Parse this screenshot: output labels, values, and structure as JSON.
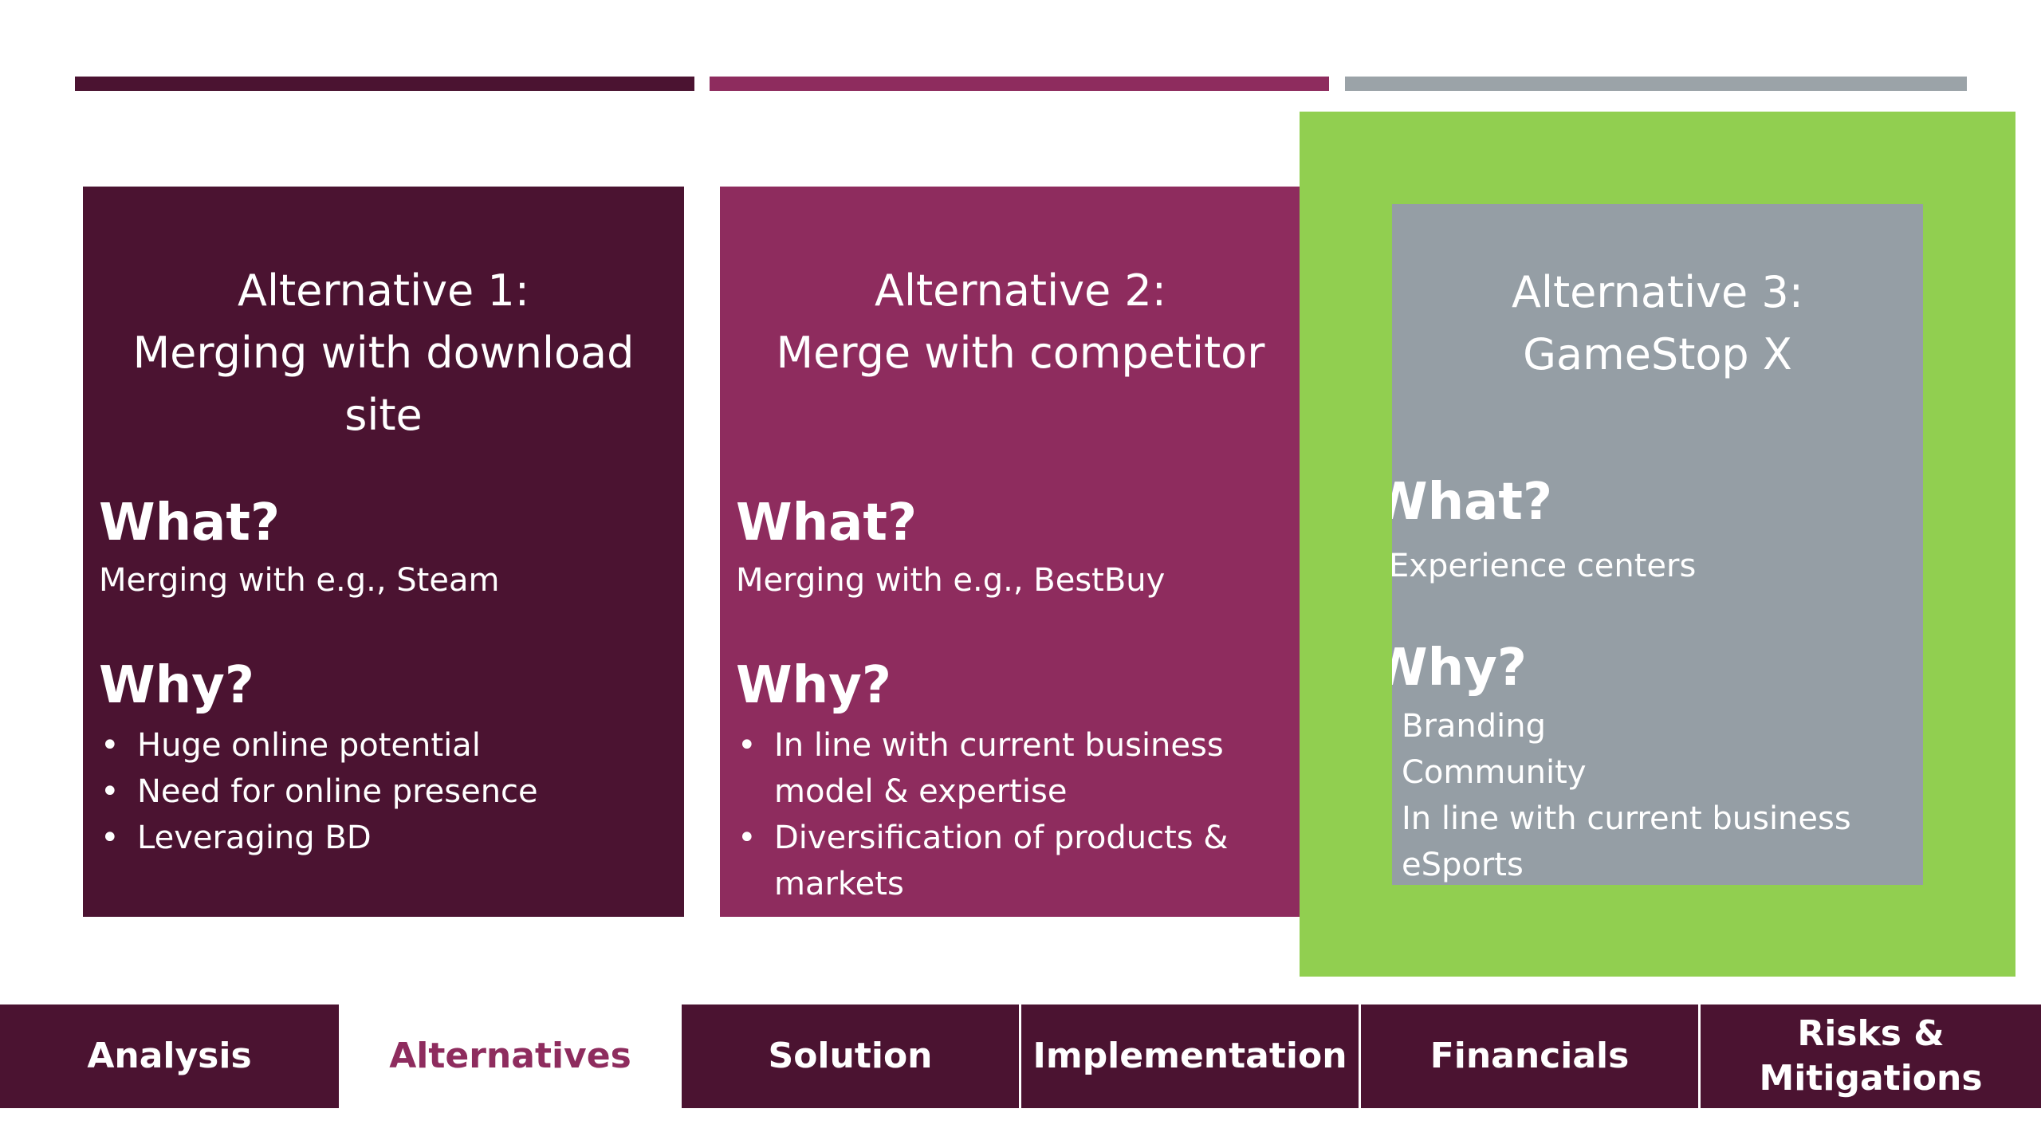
{
  "cards": [
    {
      "title_lines": [
        "Alternative 1:",
        "Merging with download",
        "site"
      ],
      "what_heading": "What?",
      "what_text": "Merging with e.g., Steam",
      "why_heading": "Why?",
      "why_items": [
        "Huge online potential",
        "Need for online presence",
        "Leveraging BD"
      ]
    },
    {
      "title_lines": [
        "Alternative 2:",
        "Merge with competitor"
      ],
      "what_heading": "What?",
      "what_text": "Merging with e.g., BestBuy",
      "why_heading": "Why?",
      "why_items": [
        "In line with current business model & expertise",
        "Diversification of products & markets"
      ]
    },
    {
      "title_lines": [
        "Alternative 3:",
        "GameStop X"
      ],
      "what_heading": "What?",
      "what_text": "Experience centers",
      "why_heading": "Why?",
      "why_items": [
        "Branding",
        "Community",
        "In line with current business",
        "eSports"
      ]
    }
  ],
  "bullet_char": "•",
  "nav": {
    "tabs": [
      "Analysis",
      "Alternatives",
      "Solution",
      "Implementation",
      "Financials",
      "Risks & Mitigations"
    ],
    "active": "Alternatives"
  },
  "colors": {
    "dark_plum": "#4b1331",
    "magenta": "#8e2c5e",
    "gray": "#959ea5",
    "highlight_green": "#91cf50"
  }
}
